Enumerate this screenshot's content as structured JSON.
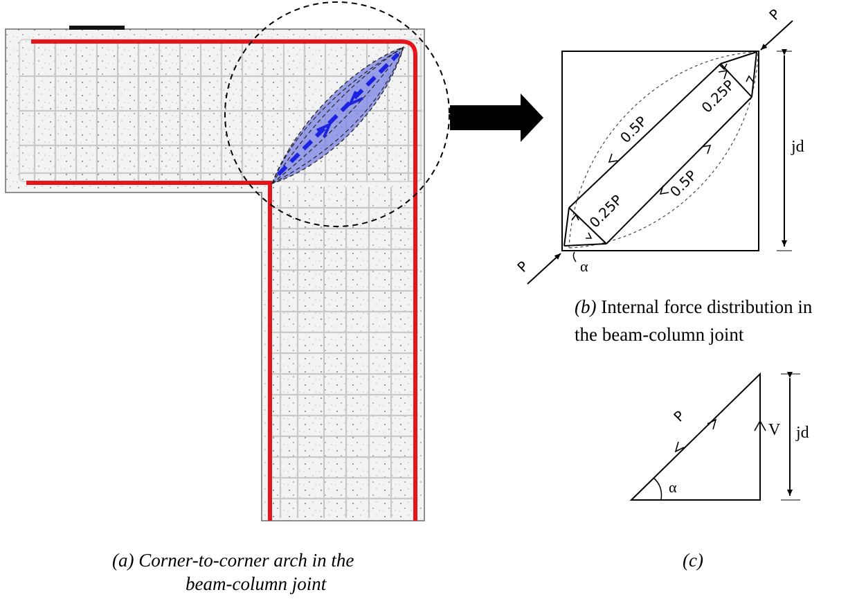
{
  "panel_a": {
    "caption_line1": "(a)  Corner-to-corner arch in the",
    "caption_line2": "beam-column joint"
  },
  "panel_b": {
    "caption_tag": "(b)",
    "caption_line1": " Internal force distribution in",
    "caption_line2": "the beam-column joint",
    "load_top": "P",
    "load_bottom": "P",
    "dim_label": "jd",
    "angle_label": "α",
    "force_top_right": "0.25P",
    "force_upper_mid": "0.5P",
    "force_lower_mid": "0.5P",
    "force_bottom_left": "0.25P"
  },
  "panel_c": {
    "caption": "(c)",
    "force_label": "P",
    "shear_label": "V",
    "dim_label": "jd",
    "angle_label": "α"
  },
  "colors": {
    "reinforcement": "#e8141c",
    "strut_fill": "#7b82e6",
    "strut_line": "#1b22e0",
    "concrete": "#f4f4f4",
    "ink": "#000000"
  }
}
